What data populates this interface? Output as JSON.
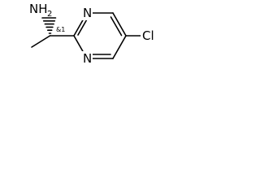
{
  "molecule": {
    "atoms": {
      "amine": "NH",
      "amine_subscript": "2",
      "ring_nitrogen_top": "N",
      "ring_nitrogen_bottom": "N",
      "chlorine": "Cl"
    },
    "stereo_label": "&1"
  }
}
